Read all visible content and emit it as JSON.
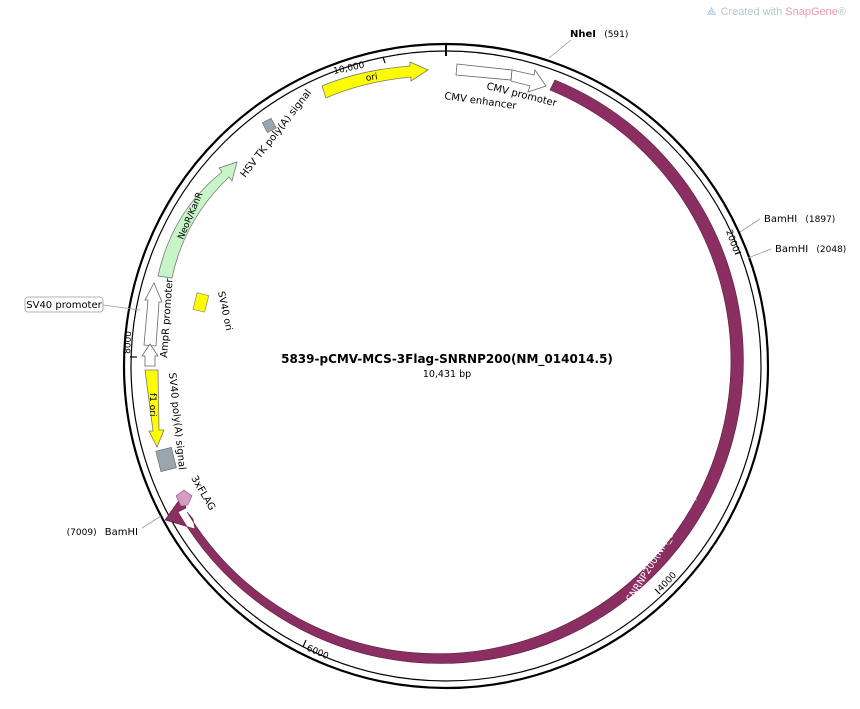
{
  "watermark": {
    "prefix": "Created with ",
    "brand": "SnapGene",
    "registered": "®"
  },
  "plasmid": {
    "name": "5839-pCMV-MCS-3Flag-SNRNP200(NM_014014.5)",
    "length_label": "10,431 bp",
    "length": 10431
  },
  "ticks": [
    {
      "pos": 2000,
      "label": "2000"
    },
    {
      "pos": 4000,
      "label": "4000"
    },
    {
      "pos": 6000,
      "label": "6000"
    },
    {
      "pos": 8000,
      "label": "8000"
    },
    {
      "pos": 10000,
      "label": "10,000"
    }
  ],
  "sites": [
    {
      "name": "NheI",
      "pos_label": "(591)",
      "pos": 591,
      "bold": true
    },
    {
      "name": "BamHI",
      "pos_label": "(1897)",
      "pos": 1897,
      "bold": false
    },
    {
      "name": "BamHI",
      "pos_label": "(2048)",
      "pos": 2048,
      "bold": false
    },
    {
      "name": "BamHI",
      "pos_label": "(7009)",
      "pos": 7009,
      "bold": false
    }
  ],
  "labels": {
    "sv40_promoter": "SV40 promoter",
    "cmv_enhancer": "CMV enhancer",
    "cmv_promoter": "CMV promoter",
    "hsv_tk": "HSV TK poly(A) signal",
    "neor": "NeoR/KanR",
    "sv40_ori": "SV40 ori",
    "ampr_promoter": "AmpR promoter",
    "f1_ori": "f1 ori",
    "sv40_polya": "SV40 poly(A) signal",
    "flag": "3xFLAG",
    "ori": "ori",
    "snrnp": "SNRNP200(NM_014014.5)"
  },
  "colors": {
    "snrnp": "#8b2f62",
    "ori": "#fdfd00",
    "neor": "#c8f5c8",
    "terminator": "#9ba5ad",
    "promoter": "#ffffff",
    "flag": "#d79ac3"
  }
}
